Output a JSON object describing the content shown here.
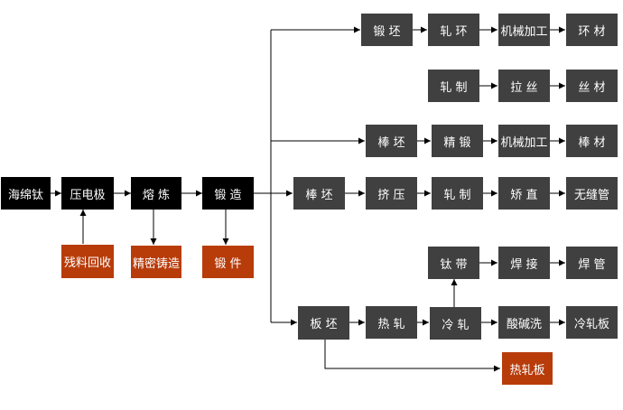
{
  "colors": {
    "main": "#000000",
    "process": "#404040",
    "product": "#b83c0a",
    "line": "#000000"
  },
  "nodes": {
    "sponge": "海绵钛",
    "electrode": "压电极",
    "smelt": "熔 炼",
    "forge": "锻 造",
    "scrap": "残料回收",
    "casting": "精密铸造",
    "forging": "锻 件",
    "r1_billet": "锻 坯",
    "r1_roll": "轧 环",
    "r1_machining": "机械加工",
    "r1_product": "环 材",
    "r2_roll": "轧 制",
    "r2_draw": "拉 丝",
    "r2_product": "丝 材",
    "r3_billet": "棒 坯",
    "r3_finish": "精 锻",
    "r3_machining": "机械加工",
    "r3_product": "棒 材",
    "r4_billet": "棒 坯",
    "r4_extrude": "挤 压",
    "r4_roll": "轧 制",
    "r4_straighten": "矫 直",
    "r4_product": "无缝管",
    "r5_strip": "钛 带",
    "r5_weld": "焊 接",
    "r5_product": "焊 管",
    "r6_billet": "板 坯",
    "r6_hotroll": "热 轧",
    "r6_coldroll": "冷 轧",
    "r6_pickle": "酸碱洗",
    "r6_product": "冷轧板",
    "r7_product": "热轧板"
  }
}
